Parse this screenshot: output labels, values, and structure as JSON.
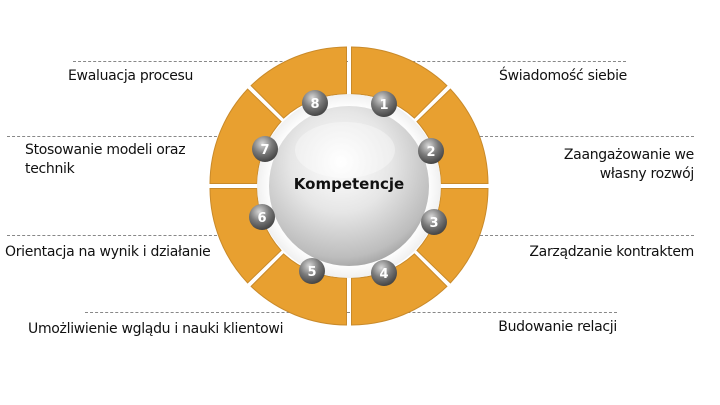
{
  "diagram": {
    "center_label": "Kompetencje",
    "colors": {
      "segment": "#E8A030",
      "segment_edge": "#B07018",
      "sphere": "#D9D9D9",
      "badge": "#666666"
    },
    "items": [
      {
        "number": "1",
        "label": "Świadomość siebie"
      },
      {
        "number": "2",
        "label": "Zaangażowanie we własny rozwój",
        "line1": "Zaangażowanie we",
        "line2": "własny rozwój"
      },
      {
        "number": "3",
        "label": "Zarządzanie kontraktem"
      },
      {
        "number": "4",
        "label": "Budowanie relacji"
      },
      {
        "number": "5",
        "label": "Umożliwienie wglądu i nauki klientowi"
      },
      {
        "number": "6",
        "label": "Orientacja na wynik i działanie"
      },
      {
        "number": "7",
        "label": "Stosowanie modeli oraz technik",
        "line1": "Stosowanie modeli oraz",
        "line2": "technik"
      },
      {
        "number": "8",
        "label": "Ewaluacja procesu"
      }
    ]
  }
}
